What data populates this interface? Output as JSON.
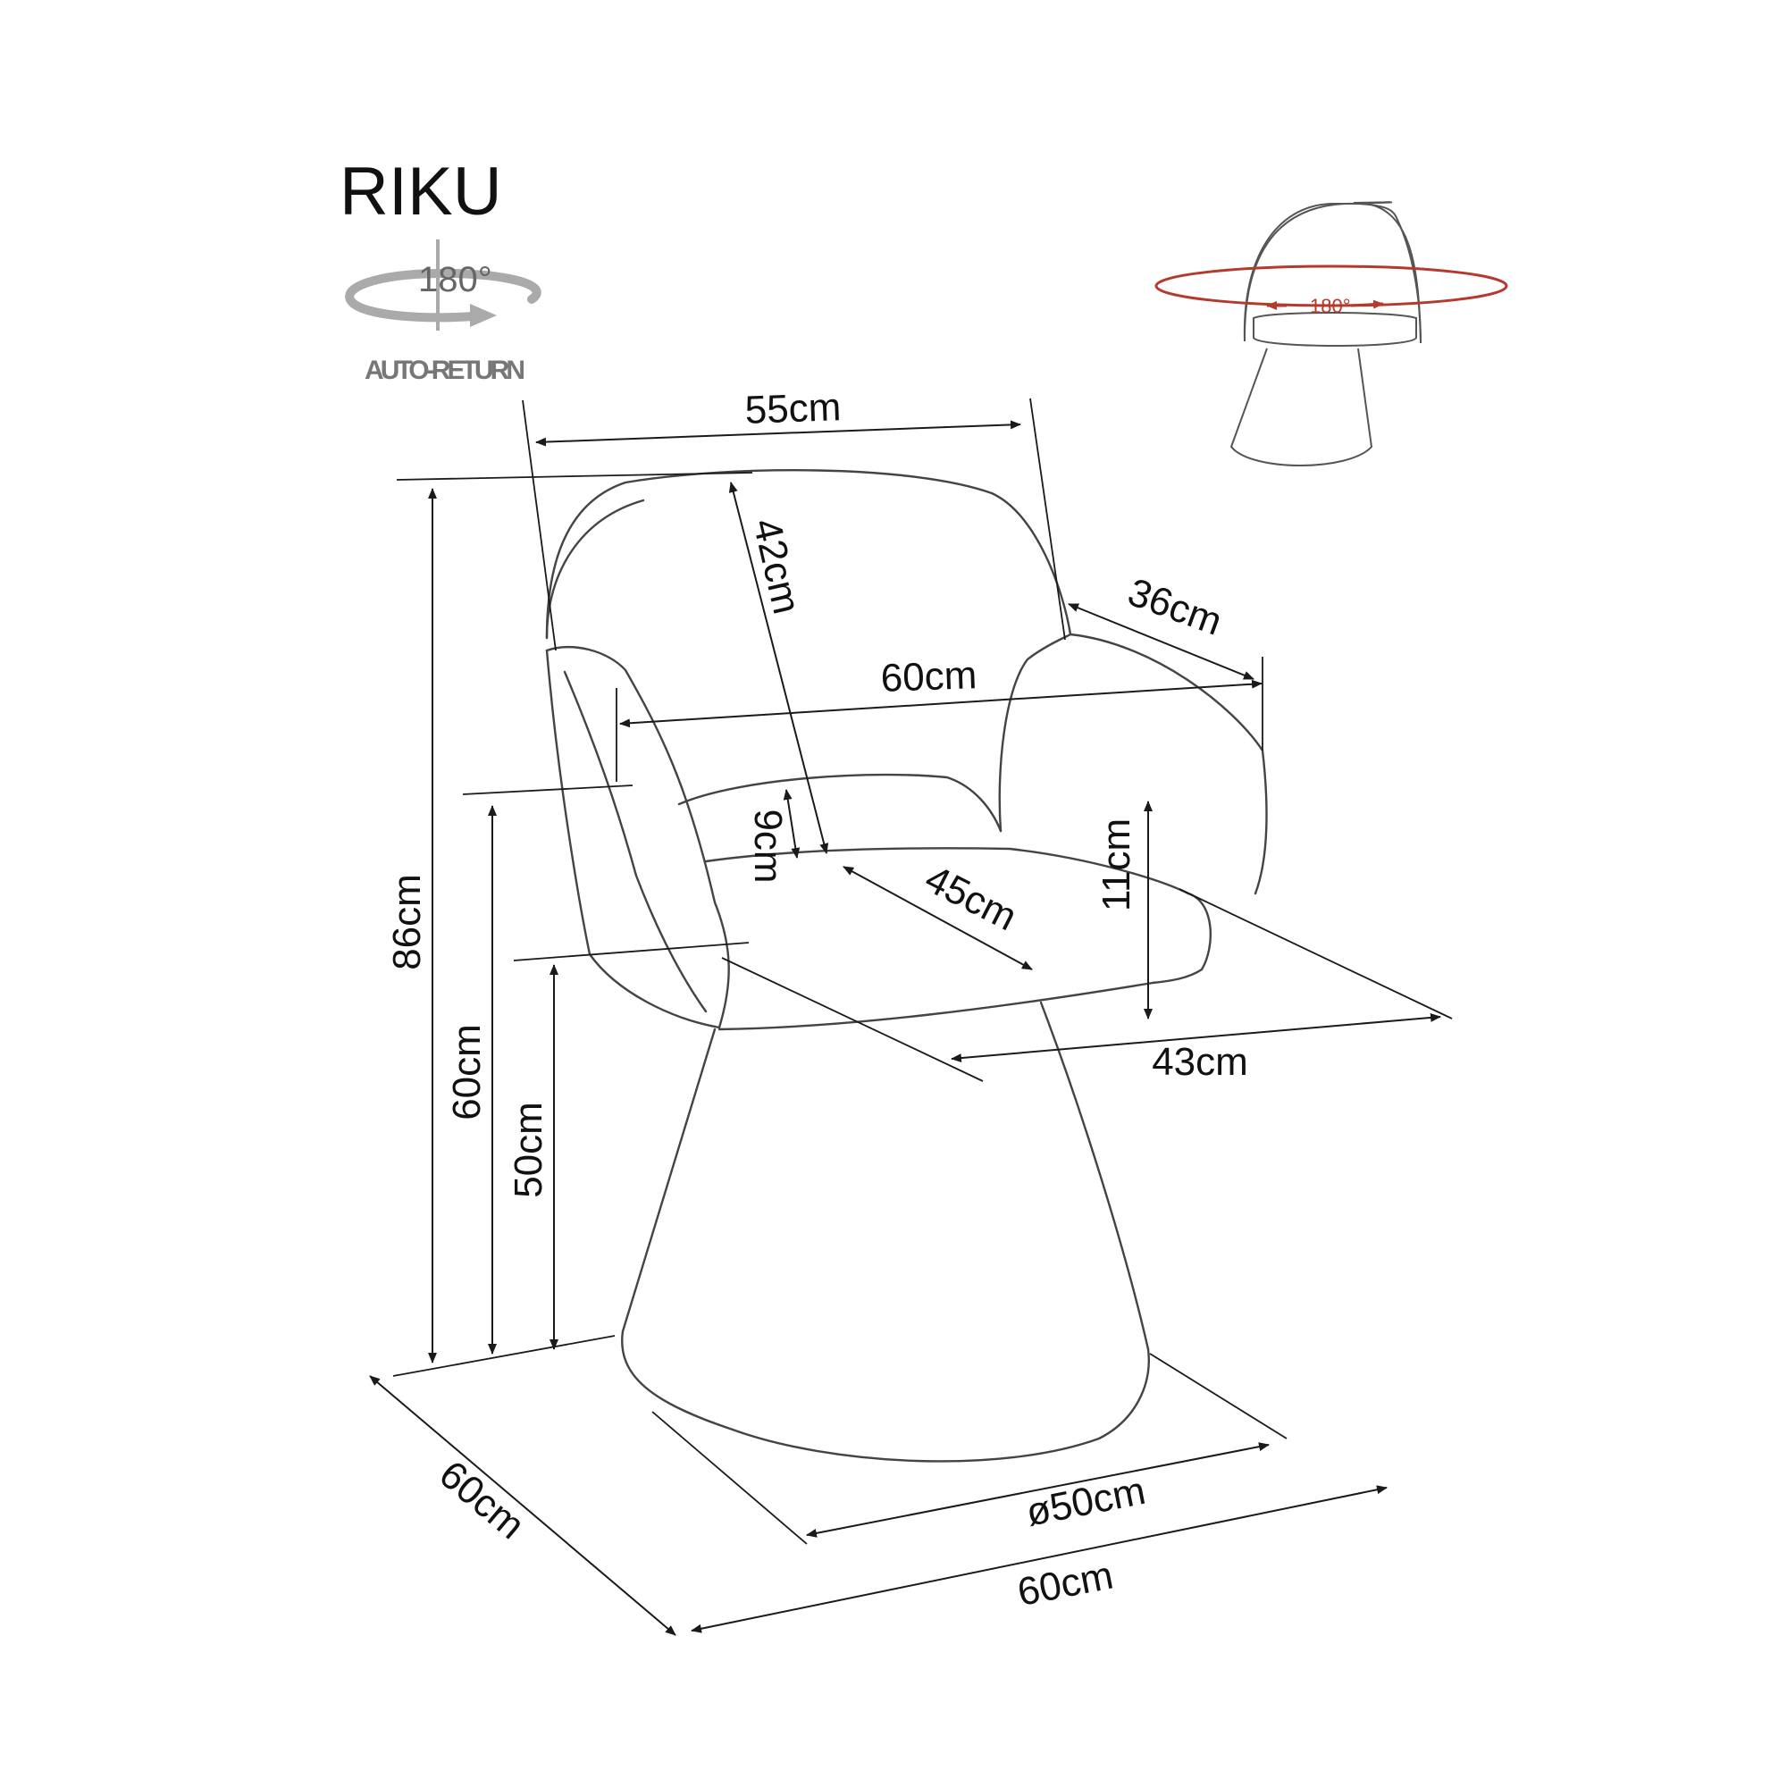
{
  "product": {
    "name": "RIKU"
  },
  "swivel_badge": {
    "angle": "180°",
    "caption": "AUTO-RETURN"
  },
  "thumbnail": {
    "angle": "180°",
    "accent_color": "#b53a2e"
  },
  "dimensions": {
    "back_width": "55cm",
    "backrest_height": "42cm",
    "arm_depth": "36cm",
    "overall_width": "60cm",
    "cushion_thickness": "9cm",
    "seat_depth": "45cm",
    "armrest_height_above_seat": "11cm",
    "seat_width": "43cm",
    "total_height": "86cm",
    "armrest_height": "60cm",
    "seat_height": "50cm",
    "base_diameter": "ø50cm",
    "footprint_width": "60cm",
    "footprint_depth": "60cm"
  }
}
